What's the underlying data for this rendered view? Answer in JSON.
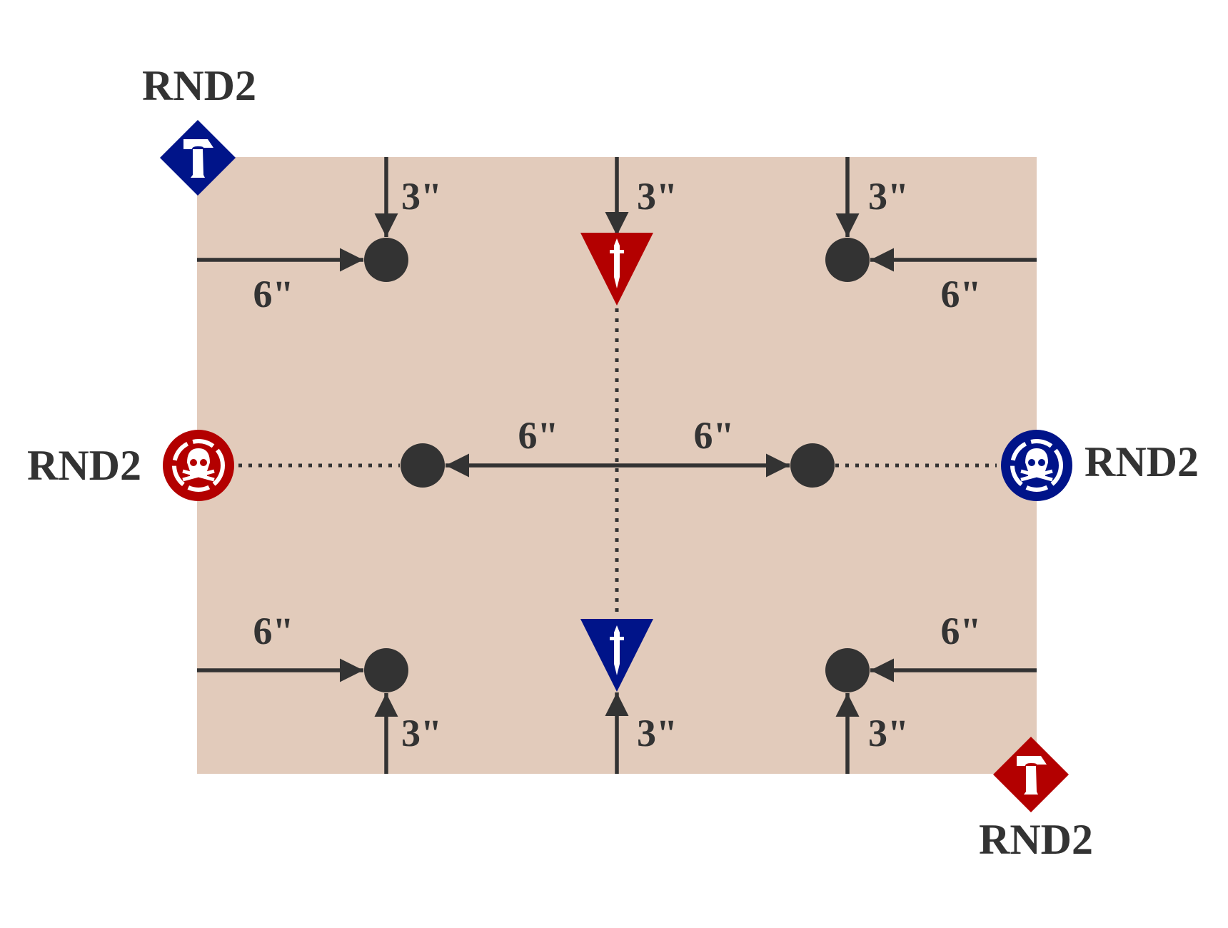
{
  "colors": {
    "board": "#e2cbbb",
    "ink": "#333333",
    "red": "#b30000",
    "blue": "#001489",
    "icon": "#ffffff"
  },
  "round_labels": {
    "top_left": "RND2",
    "left": "RND2",
    "right": "RND2",
    "bottom_right": "RND2"
  },
  "measurements": {
    "top_left_down": "3\"",
    "top_center_down": "3\"",
    "top_right_down": "3\"",
    "top_left_across": "6\"",
    "top_right_across": "6\"",
    "center_left": "6\"",
    "center_right": "6\"",
    "bottom_left_across": "6\"",
    "bottom_right_across": "6\"",
    "bottom_left_up": "3\"",
    "bottom_center_up": "3\"",
    "bottom_right_up": "3\""
  },
  "tokens": {
    "top_left": {
      "shape": "diamond",
      "color": "blue",
      "icon": "hammer-icon"
    },
    "bottom_right": {
      "shape": "diamond",
      "color": "red",
      "icon": "hammer-icon"
    },
    "left": {
      "shape": "circle",
      "color": "red",
      "icon": "skull-icon"
    },
    "right": {
      "shape": "circle",
      "color": "blue",
      "icon": "skull-icon"
    },
    "top_center": {
      "shape": "triangle",
      "color": "red",
      "icon": "dagger-icon"
    },
    "bottom_center": {
      "shape": "triangle",
      "color": "blue",
      "icon": "dagger-icon"
    }
  }
}
